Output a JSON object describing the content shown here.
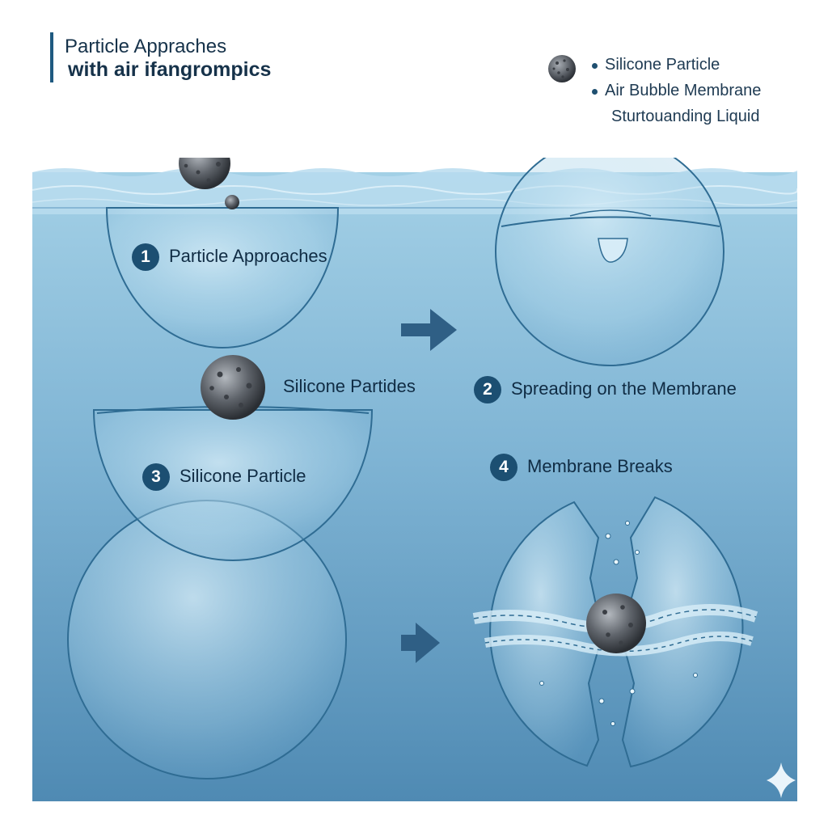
{
  "title": {
    "line1": "Particle Appraches",
    "line2": "with air ifangrompics"
  },
  "legend": {
    "items": [
      {
        "label": "Silicone Particle",
        "icon": "particle-icon"
      },
      {
        "label": "Air Bubble Membrane",
        "icon": "bullet-icon"
      },
      {
        "label": "Sturtouanding Liquid",
        "icon": "none"
      }
    ]
  },
  "steps": [
    {
      "number": "1",
      "label": "Particle Approaches"
    },
    {
      "number": "2",
      "label": "Spreading on the Membrane"
    },
    {
      "number": "3",
      "label": "Silicone Particle"
    },
    {
      "number": "4",
      "label": "Membrane Breaks"
    }
  ],
  "annotations": {
    "silicone_particles": "Silicone Partides"
  },
  "colors": {
    "water_top": "#9ccbe3",
    "water_bottom": "#4f8fb8",
    "membrane_stroke": "#2f6c93",
    "badge": "#1c4f72",
    "arrow": "#2f5f85",
    "particle": "#5a5f66"
  }
}
